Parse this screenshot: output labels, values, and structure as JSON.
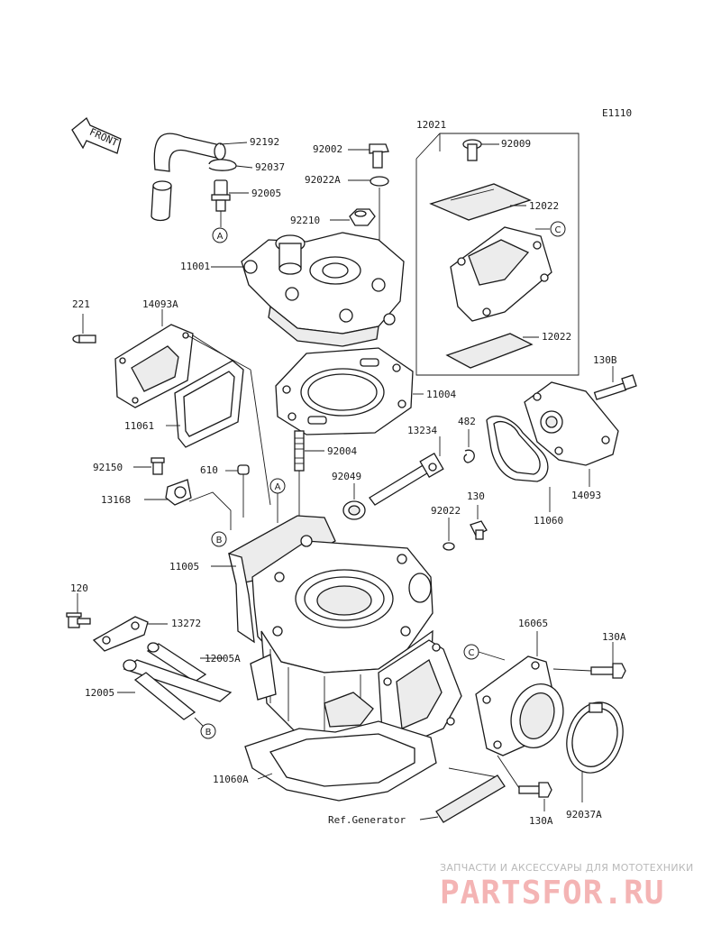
{
  "diagram_code": "E1110",
  "front_label": "FRONT",
  "callouts": {
    "n92192": "92192",
    "n92037": "92037",
    "n92005": "92005",
    "n92002": "92002",
    "n92022A": "92022A",
    "n92210": "92210",
    "n11001": "11001",
    "n12021": "12021",
    "n92009": "92009",
    "n12022a": "12022",
    "n12022b": "12022",
    "n221": "221",
    "n14093A": "14093A",
    "n11061": "11061",
    "n11004": "11004",
    "n130B": "130B",
    "n92004": "92004",
    "n13234": "13234",
    "n482": "482",
    "n92049": "92049",
    "n14093": "14093",
    "n92150": "92150",
    "n610": "610",
    "n13168": "13168",
    "n11060": "11060",
    "n130": "130",
    "n92022": "92022",
    "n11005": "11005",
    "n120": "120",
    "n13272": "13272",
    "n12005A": "12005A",
    "n12005": "12005",
    "n16065": "16065",
    "n130A_top": "130A",
    "n11060A": "11060A",
    "n130A_bot": "130A",
    "n92037A": "92037A",
    "ref": "Ref.Generator"
  },
  "markers": {
    "A1": "A",
    "A2": "A",
    "B1": "B",
    "B2": "B",
    "C1": "C",
    "C2": "C"
  },
  "watermark": {
    "subtitle": "ЗАПЧАСТИ И АКСЕССУАРЫ ДЛЯ МОТОТЕХНИКИ",
    "brand": "PARTSFOR.RU"
  },
  "colors": {
    "line": "#1a1a1a",
    "watermark_brand": "#f4b4b4",
    "watermark_text": "#b9b9b9"
  }
}
